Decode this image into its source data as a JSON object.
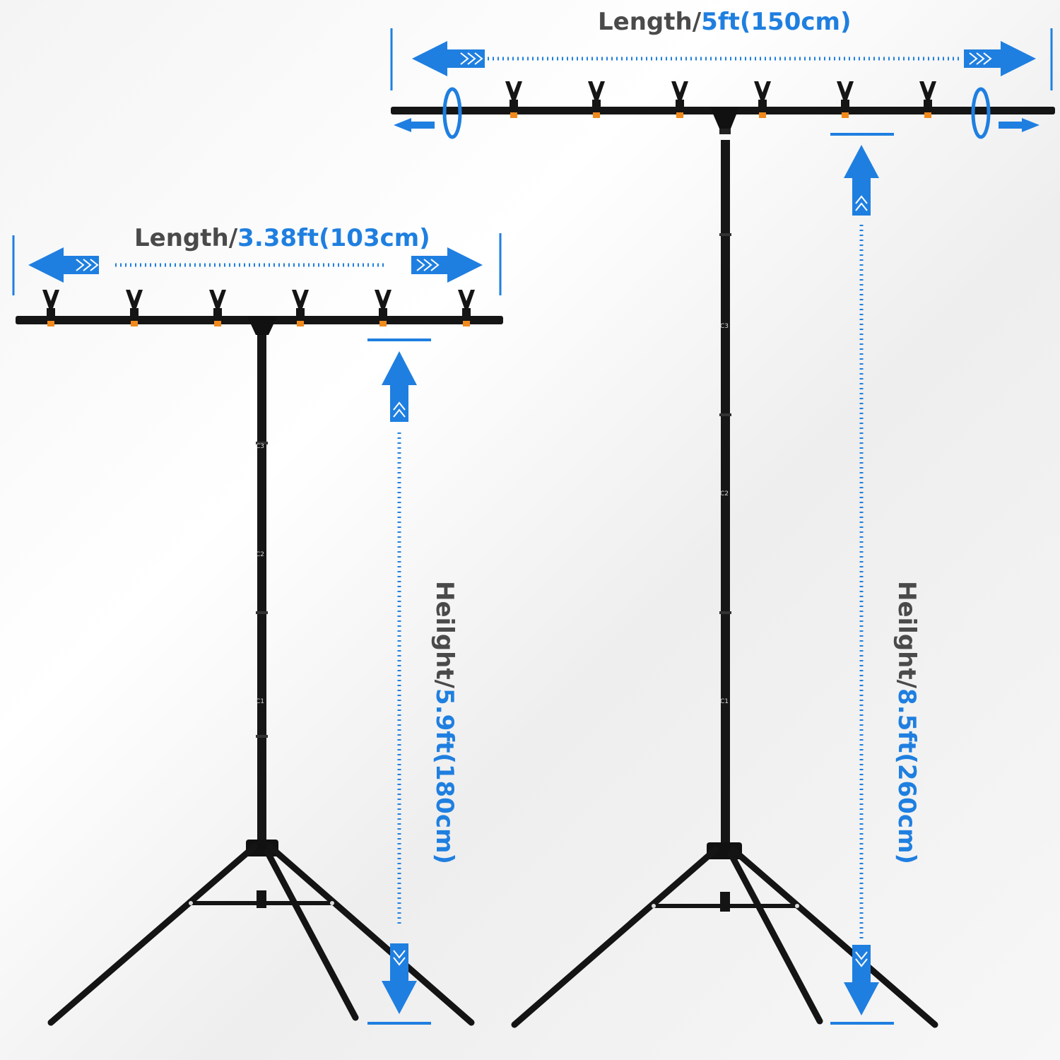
{
  "left_stand": {
    "length_key": "Length/",
    "length_value": "3.38ft(103cm)",
    "height_key": "Heilght/",
    "height_value": "5.9ft(180cm)",
    "section_marks": [
      "C3",
      "C2",
      "C1"
    ]
  },
  "right_stand": {
    "length_key": "Length/",
    "length_value": "5ft(150cm)",
    "height_key": "Heilght/",
    "height_value": "8.5ft(260cm)",
    "section_marks": [
      "C3",
      "C2",
      "C1"
    ]
  },
  "colors": {
    "accent_blue": "#1f7fe0",
    "label_gray": "#4a4a4a",
    "stand_black": "#151515",
    "clip_orange": "#f08a1c"
  }
}
